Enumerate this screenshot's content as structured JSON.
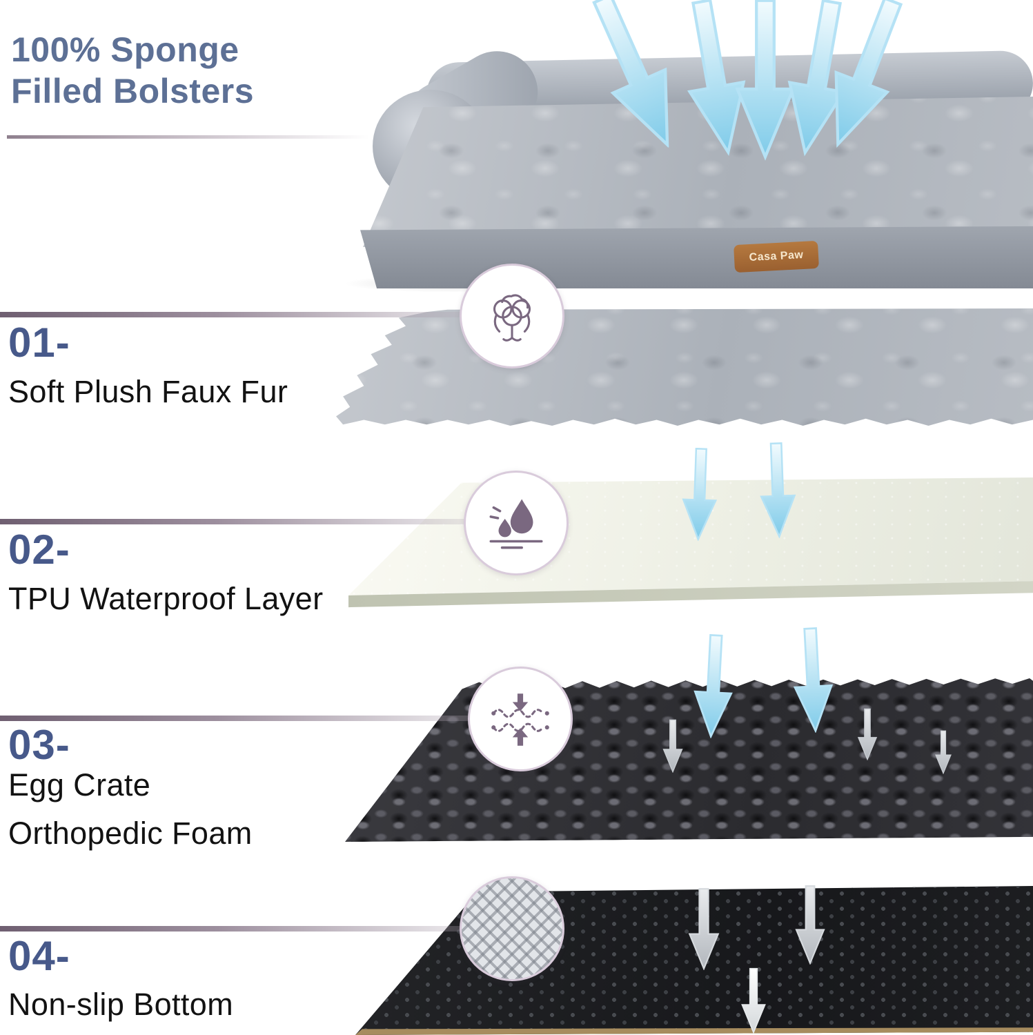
{
  "header": {
    "title_line1": "100% Sponge",
    "title_line2": "Filled Bolsters"
  },
  "product": {
    "brand_label": "Casa Paw"
  },
  "layers": [
    {
      "number": "01-",
      "label": "Soft Plush Faux Fur",
      "icon": "cotton-icon"
    },
    {
      "number": "02-",
      "label": "TPU Waterproof Layer",
      "icon": "water-drops-icon"
    },
    {
      "number": "03-",
      "label_line1": "Egg Crate",
      "label_line2": "Orthopedic Foam",
      "icon": "compression-icon"
    },
    {
      "number": "04-",
      "label": "Non-slip Bottom",
      "icon": "diamond-plate-icon"
    }
  ],
  "colors": {
    "heading_text": "#5d7095",
    "number_text": "#47598a",
    "label_text": "#121212",
    "divider_mauve": "#6f5f71",
    "icon_purple": "#7a6880",
    "arrow_blue": "#7fcbe9",
    "bed_gray": "#abb1b9",
    "tpu_cream": "#edefe4",
    "foam_black": "#2b2b2f",
    "mat_black": "#17181b"
  }
}
